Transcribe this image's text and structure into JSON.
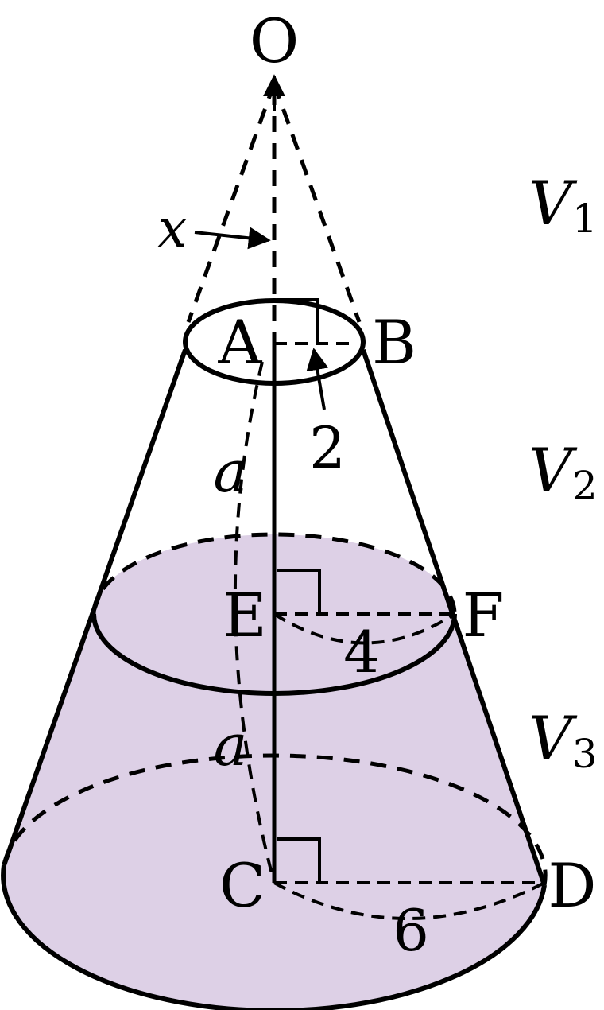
{
  "points": {
    "O": "O",
    "A": "A",
    "B": "B",
    "E": "E",
    "F": "F",
    "C": "C",
    "D": "D"
  },
  "measures": {
    "x": "x",
    "r_top": "2",
    "r_mid": "4",
    "r_bottom": "6",
    "slant_upper": "a",
    "slant_lower": "a"
  },
  "volumes": [
    {
      "letter": "V",
      "sub": "1"
    },
    {
      "letter": "V",
      "sub": "2"
    },
    {
      "letter": "V",
      "sub": "3"
    }
  ],
  "colors": {
    "fill": "#ddd0e6",
    "stroke": "#000000"
  }
}
